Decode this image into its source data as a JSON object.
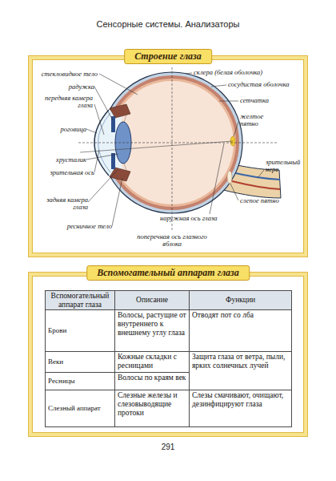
{
  "diagram": {
    "title": "Сенсорные системы. Анализаторы",
    "nodes": [
      {
        "text": [
          "Строение глаза"
        ]
      },
      {
        "text": [
          "Вспомогательный аппарат глаза"
        ]
      }
    ],
    "labels": [
      "стекловидное тело",
      "радужка",
      "передняя камера глаза",
      "роговица",
      "хрусталик",
      "зрительная ось",
      "задняя камера глаза",
      "ресничное тело",
      "поперечная ось глазного яблока",
      "склера (белая оболочка)",
      "сосудистая оболочка",
      "сетчатка",
      "желтое пятно",
      "зрительный нерв",
      "слепое пятно",
      "наружная ось глаза",
      "Вспомогательный аппарат глаза",
      "Описание",
      "Функции",
      "Брови",
      "Волосы, растущие от внутреннего к внешнему углу глаза",
      "Отводят пот со лба",
      "Веки",
      "Кожные складки с ресницами",
      "Защита глаза от ветра, пыли, ярких солнечных лучей",
      "Ресницы",
      "Волосы по краям век",
      "Слезный аппарат",
      "Слезные железы и слезовыводящие протоки",
      "Слезы смачивают, очищают, дезинфицируют глаза",
      "291"
    ]
  }
}
